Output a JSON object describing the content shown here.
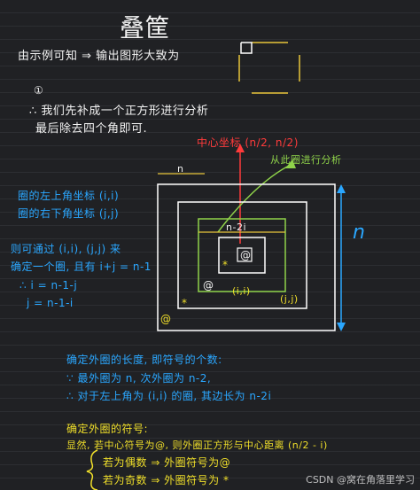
{
  "title": "叠筐",
  "intro": "由示例可知 ⇒ 输出图形大致为",
  "step_mark": "①",
  "analysis": [
    "∴ 我们先补成一个正方形进行分析",
    "最后除去四个角即可."
  ],
  "center_label": "中心坐标 (n/2, n/2)",
  "center_note": "从此圈进行分析",
  "n_label": "n",
  "dimension_labels": {
    "outer_top": "n",
    "inner_top": "n-2i"
  },
  "diagram_marks": [
    "@",
    "@",
    "*",
    "*",
    "@"
  ],
  "corner_labels": [
    "(i,i)",
    "(j,j)"
  ],
  "left_notes": [
    "圈的左上角坐标 (i,i)",
    "圈的右下角坐标 (j,j)"
  ],
  "derive_notes": [
    "则可通过 (i,i), (j,j) 来",
    "确定一个圈, 且有 i+j = n-1",
    "∴ i = n-1-j",
    "j = n-1-i"
  ],
  "length_notes": [
    "确定外圈的长度, 即符号的个数:",
    "∵ 最外圈为 n, 次外圈为 n-2,",
    "∴ 对于左上角为 (i,i) 的圈, 其边长为 n-2i"
  ],
  "symbol_notes": [
    "确定外圈的符号:",
    "显然, 若中心符号为@, 则外圈正方形与中心距离 (n/2 - i)",
    "若为偶数 ⇒ 外圈符号为@",
    "若为奇数 ⇒ 外圈符号为 *"
  ],
  "watermark": "CSDN @窝在角落里学习",
  "colors": {
    "background": "#202124",
    "white": "#f2f2f2",
    "blue": "#2aa7ff",
    "yellow": "#f0df2a",
    "red": "#ff3b3b",
    "green": "#8fd34a"
  }
}
